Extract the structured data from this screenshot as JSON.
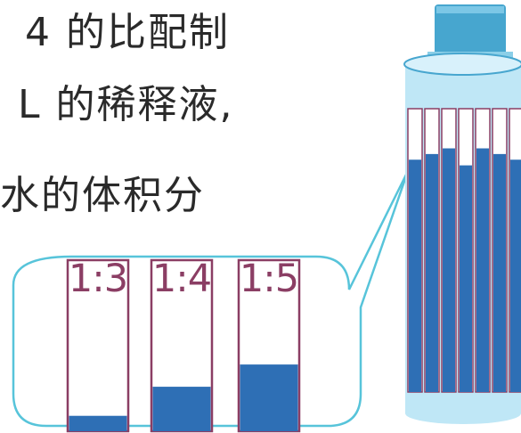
{
  "text_lines": [
    "4 的比配制",
    "L 的稀释液,",
    "水的体积分"
  ],
  "tubes": [
    {
      "label": "1:3",
      "fill_fraction": 0.09
    },
    {
      "label": "1:4",
      "fill_fraction": 0.26
    },
    {
      "label": "1:5",
      "fill_fraction": 0.39
    }
  ],
  "colors": {
    "liquid": "#2e6fb5",
    "tube_outline": "#8b3e64",
    "bottle_body": "#bfe7f6",
    "bottle_cap": "#47a6cf",
    "callout_outline": "#57c4da"
  }
}
